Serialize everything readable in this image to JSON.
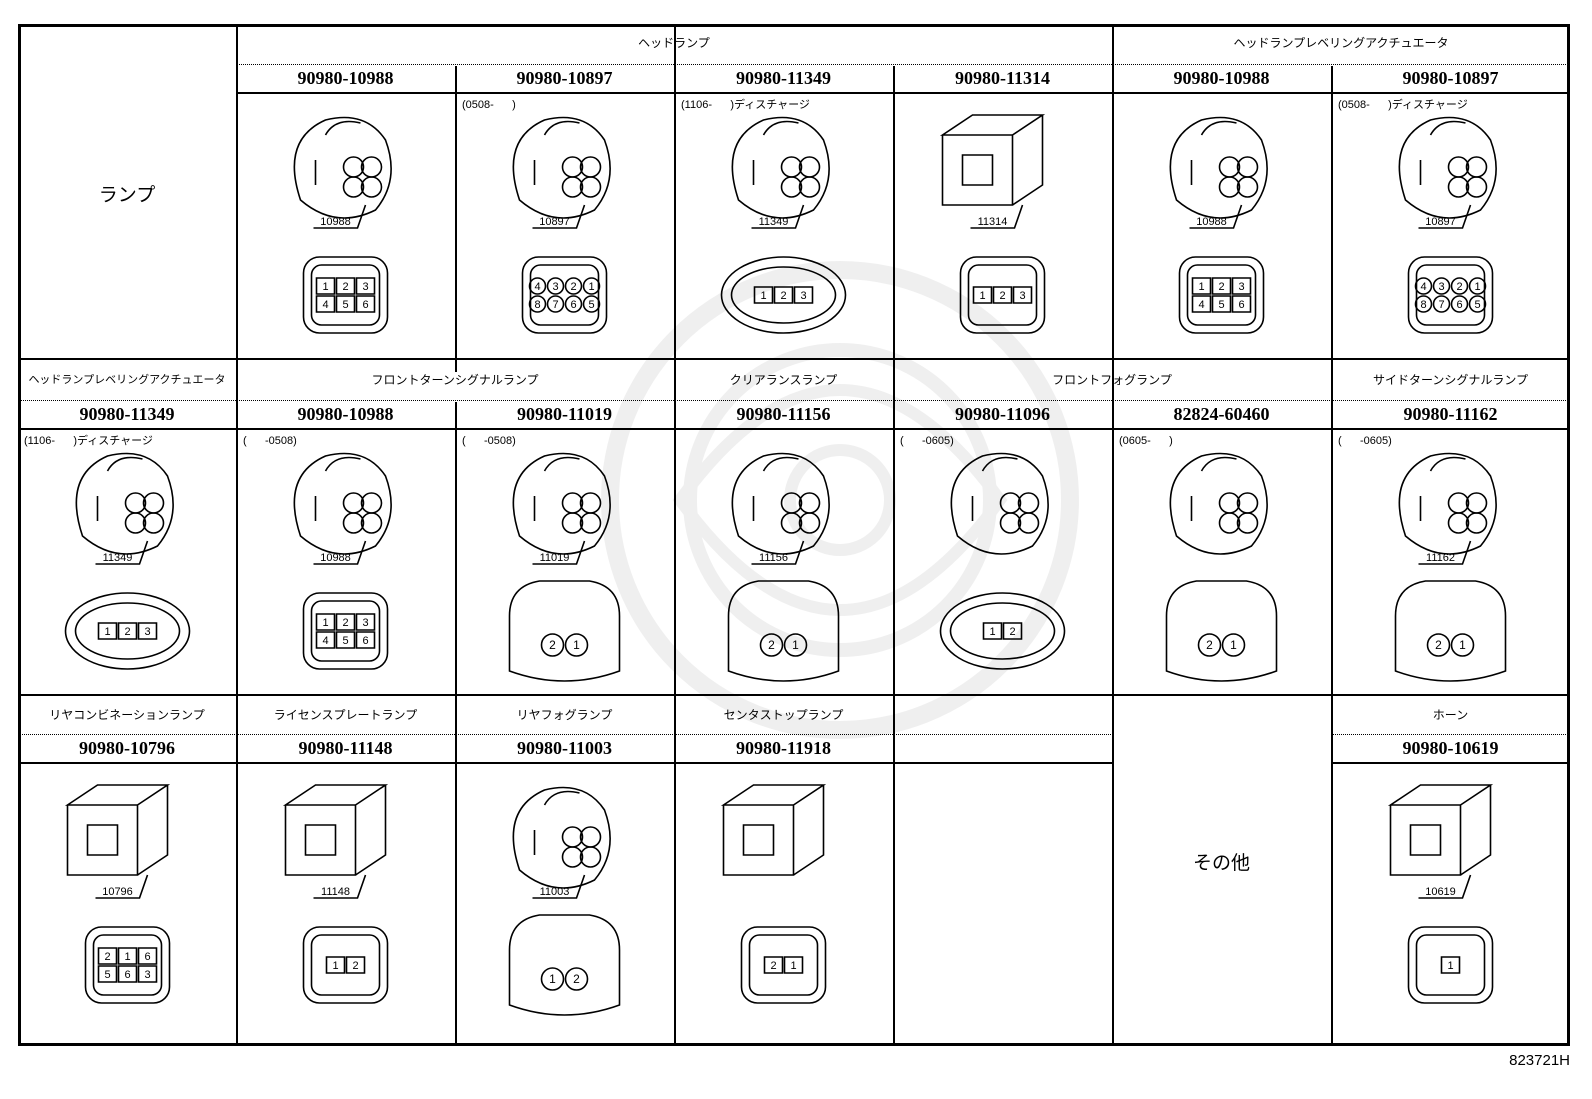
{
  "sheet_code": "823721H",
  "row1": {
    "category": "ランプ",
    "groups": [
      "ヘッドランプ",
      "ヘッドランプレベリングアクチュエータ"
    ],
    "cells": [
      {
        "part_no": "90980-10988",
        "note": "",
        "ref": "10988",
        "pins": [
          "1",
          "2",
          "3",
          "4",
          "5",
          "6"
        ]
      },
      {
        "part_no": "90980-10897",
        "note": "(0508-      )",
        "ref": "10897",
        "pins": [
          "4",
          "3",
          "2",
          "1",
          "8",
          "7",
          "6",
          "5"
        ]
      },
      {
        "part_no": "90980-11349",
        "note": "(1106-      )ディスチャージ",
        "ref": "11349",
        "pins": [
          "1",
          "2",
          "3"
        ]
      },
      {
        "part_no": "90980-11314",
        "note": "",
        "ref": "11314",
        "pins": [
          "1",
          "2",
          "3"
        ]
      },
      {
        "part_no": "90980-10988",
        "note": "",
        "ref": "10988",
        "pins": [
          "1",
          "2",
          "3",
          "4",
          "5",
          "6"
        ]
      },
      {
        "part_no": "90980-10897",
        "note": "(0508-      )ディスチャージ",
        "ref": "10897",
        "pins": [
          "4",
          "3",
          "2",
          "1",
          "8",
          "7",
          "6",
          "5"
        ]
      }
    ]
  },
  "row2": {
    "groups": [
      "ヘッドランプレベリングアクチュエータ",
      "フロントターンシグナルランプ",
      "クリアランスランプ",
      "フロントフォグランプ",
      "サイドターンシグナルランプ"
    ],
    "cells": [
      {
        "part_no": "90980-11349",
        "note": "(1106-      )ディスチャージ",
        "ref": "11349",
        "pins": [
          "1",
          "2",
          "3"
        ]
      },
      {
        "part_no": "90980-10988",
        "note": "(      -0508)",
        "ref": "10988",
        "pins": [
          "1",
          "2",
          "3",
          "4",
          "5",
          "6"
        ]
      },
      {
        "part_no": "90980-11019",
        "note": "(      -0508)",
        "ref": "11019",
        "pins": [
          "2",
          "1"
        ]
      },
      {
        "part_no": "90980-11156",
        "note": "",
        "ref": "11156",
        "pins": [
          "2",
          "1"
        ]
      },
      {
        "part_no": "90980-11096",
        "note": "(      -0605)",
        "ref": "",
        "pins": [
          "1",
          "2"
        ]
      },
      {
        "part_no": "82824-60460",
        "note": "(0605-      )",
        "ref": "",
        "pins": [
          "2",
          "1"
        ]
      },
      {
        "part_no": "90980-11162",
        "note": "(      -0605)",
        "ref": "11162",
        "pins": [
          "2",
          "1"
        ]
      }
    ]
  },
  "row3": {
    "groups": [
      "リヤコンビネーションランプ",
      "ライセンスプレートランプ",
      "リヤフォグランプ",
      "センタストップランプ",
      "ホーン"
    ],
    "other_label": "その他",
    "cells": [
      {
        "part_no": "90980-10796",
        "ref": "10796",
        "pins": [
          "2",
          "1",
          "6",
          "5",
          "6",
          "3"
        ]
      },
      {
        "part_no": "90980-11148",
        "ref": "11148",
        "pins": [
          "1",
          "2"
        ]
      },
      {
        "part_no": "90980-11003",
        "ref": "11003",
        "pins": [
          "1",
          "2"
        ]
      },
      {
        "part_no": "90980-11918",
        "ref": "",
        "pins": [
          "2",
          "1"
        ]
      },
      {
        "part_no": "90980-10619",
        "ref": "10619",
        "pins": [
          "1"
        ]
      }
    ]
  }
}
